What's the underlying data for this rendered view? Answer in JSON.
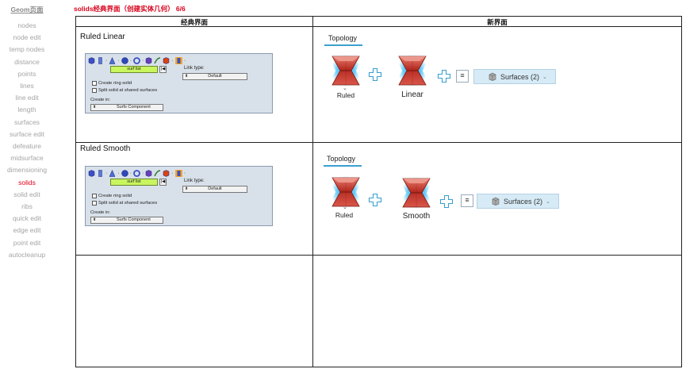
{
  "nav": {
    "header": "Geom页面",
    "items": [
      "nodes",
      "node edit",
      "temp nodes",
      "distance",
      "points",
      "lines",
      "line edit",
      "length",
      "surfaces",
      "surface edit",
      "defeature",
      "midsurface",
      "dimensioning",
      "solids",
      "solid edit",
      "ribs",
      "quick edit",
      "edge edit",
      "point edit",
      "autocleanup"
    ],
    "active_index": 13,
    "active_color": "#e0001b"
  },
  "page_title": "solids经典界面（创建实体几何） 6/6",
  "table": {
    "col_classic": "经典界面",
    "col_new": "新界面"
  },
  "rows": [
    {
      "title": "Ruled Linear",
      "classic": {
        "toolbar_separator": "·",
        "surf_list": "surf list",
        "surf_list_btn": "|◀",
        "link_type_label": "Link type:",
        "link_type_value": "Default",
        "opt1": "Create ring solid",
        "opt2": "Split solid at shared surfaces",
        "create_in_label": "Create in:",
        "create_in_value": "Surfs Component",
        "stepper": "⬍"
      },
      "new": {
        "tab": "Topology",
        "caret": "⌄",
        "shape1": "Ruled",
        "shape2": "Linear",
        "menu": "≡",
        "surfaces": "Surfaces (2)",
        "chevron": "⌄"
      }
    },
    {
      "title": "Ruled Smooth",
      "classic": {
        "toolbar_separator": "·",
        "surf_list": "surf list",
        "surf_list_btn": "|◀",
        "link_type_label": "Link type:",
        "link_type_value": "Default",
        "opt1": "Create ring solid",
        "opt2": "Split solid at shared surfaces",
        "create_in_label": "Create in:",
        "create_in_value": "Surfs Component",
        "stepper": "⬍"
      },
      "new": {
        "tab": "Topology",
        "caret": "⌄",
        "shape1": "Ruled",
        "shape2": "Smooth",
        "menu": "≡",
        "surfaces": "Surfaces (2)",
        "chevron": "⌄"
      }
    }
  ],
  "colors": {
    "accent": "#3aa0d0",
    "shape_red": "#c0392b",
    "glow": "#4fc3f7",
    "surf_list_bg": "#c9f55e",
    "classic_panel_bg": "#d8e1ea"
  }
}
